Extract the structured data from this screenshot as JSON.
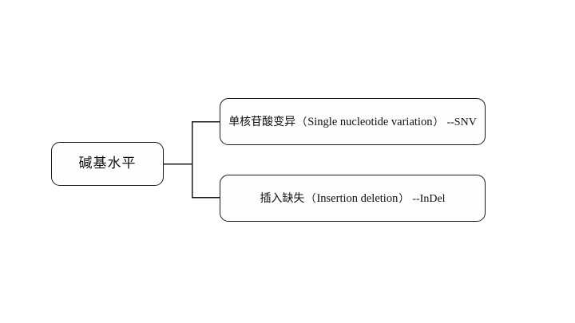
{
  "diagram": {
    "type": "bracket-tree",
    "orientation": "left-to-right",
    "stroke_color": "#1a1a1a",
    "fill_color": "#fdfdfd",
    "background_color": "#ffffff",
    "root": {
      "label": "碱基水平"
    },
    "branches": [
      {
        "id": "snv",
        "cjk": "单核苷酸变异",
        "paren_open": "（",
        "latin": "Single nucleotide variation",
        "paren_close": "）",
        "code": "--SNV"
      },
      {
        "id": "indel",
        "cjk": "插入缺失",
        "paren_open": "（",
        "latin": "Insertion deletion",
        "paren_close": "）",
        "code": "--InDel"
      }
    ]
  }
}
